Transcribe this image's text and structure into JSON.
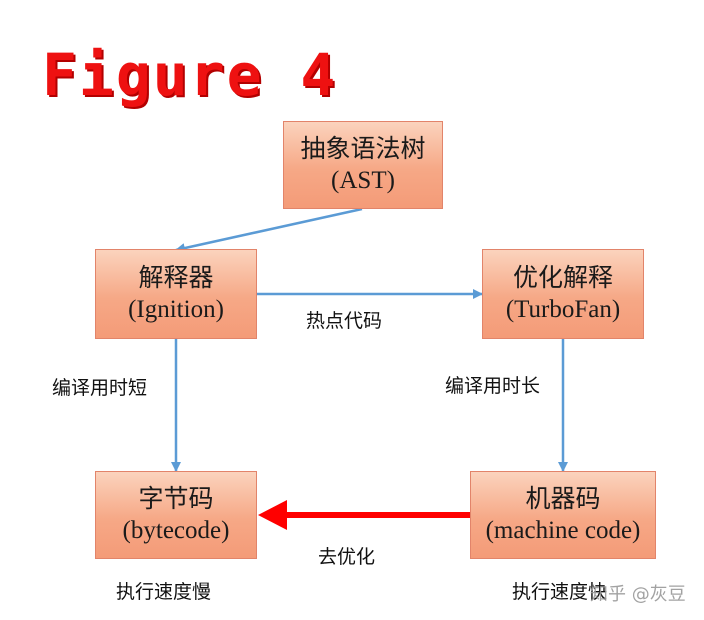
{
  "title": "Figure 4",
  "nodes": {
    "ast": {
      "zh": "抽象语法树",
      "en": "(AST)"
    },
    "ignition": {
      "zh": "解释器",
      "en": "(Ignition)"
    },
    "turbofan": {
      "zh": "优化解释",
      "en": "(TurboFan)"
    },
    "bytecode": {
      "zh": "字节码",
      "en": "(bytecode)"
    },
    "machine": {
      "zh": "机器码",
      "en": "(machine code)"
    }
  },
  "edge_labels": {
    "hot_code": "热点代码",
    "compile_short": "编译用时短",
    "compile_long": "编译用时长",
    "deopt": "去优化"
  },
  "captions": {
    "slow": "执行速度慢",
    "fast": "执行速度快"
  },
  "watermark": "知乎 @灰豆",
  "colors": {
    "arrow_blue": "#5b9bd5",
    "arrow_red": "#ff0000",
    "node_fill": "#f6a886",
    "title_red": "#ee1111"
  }
}
